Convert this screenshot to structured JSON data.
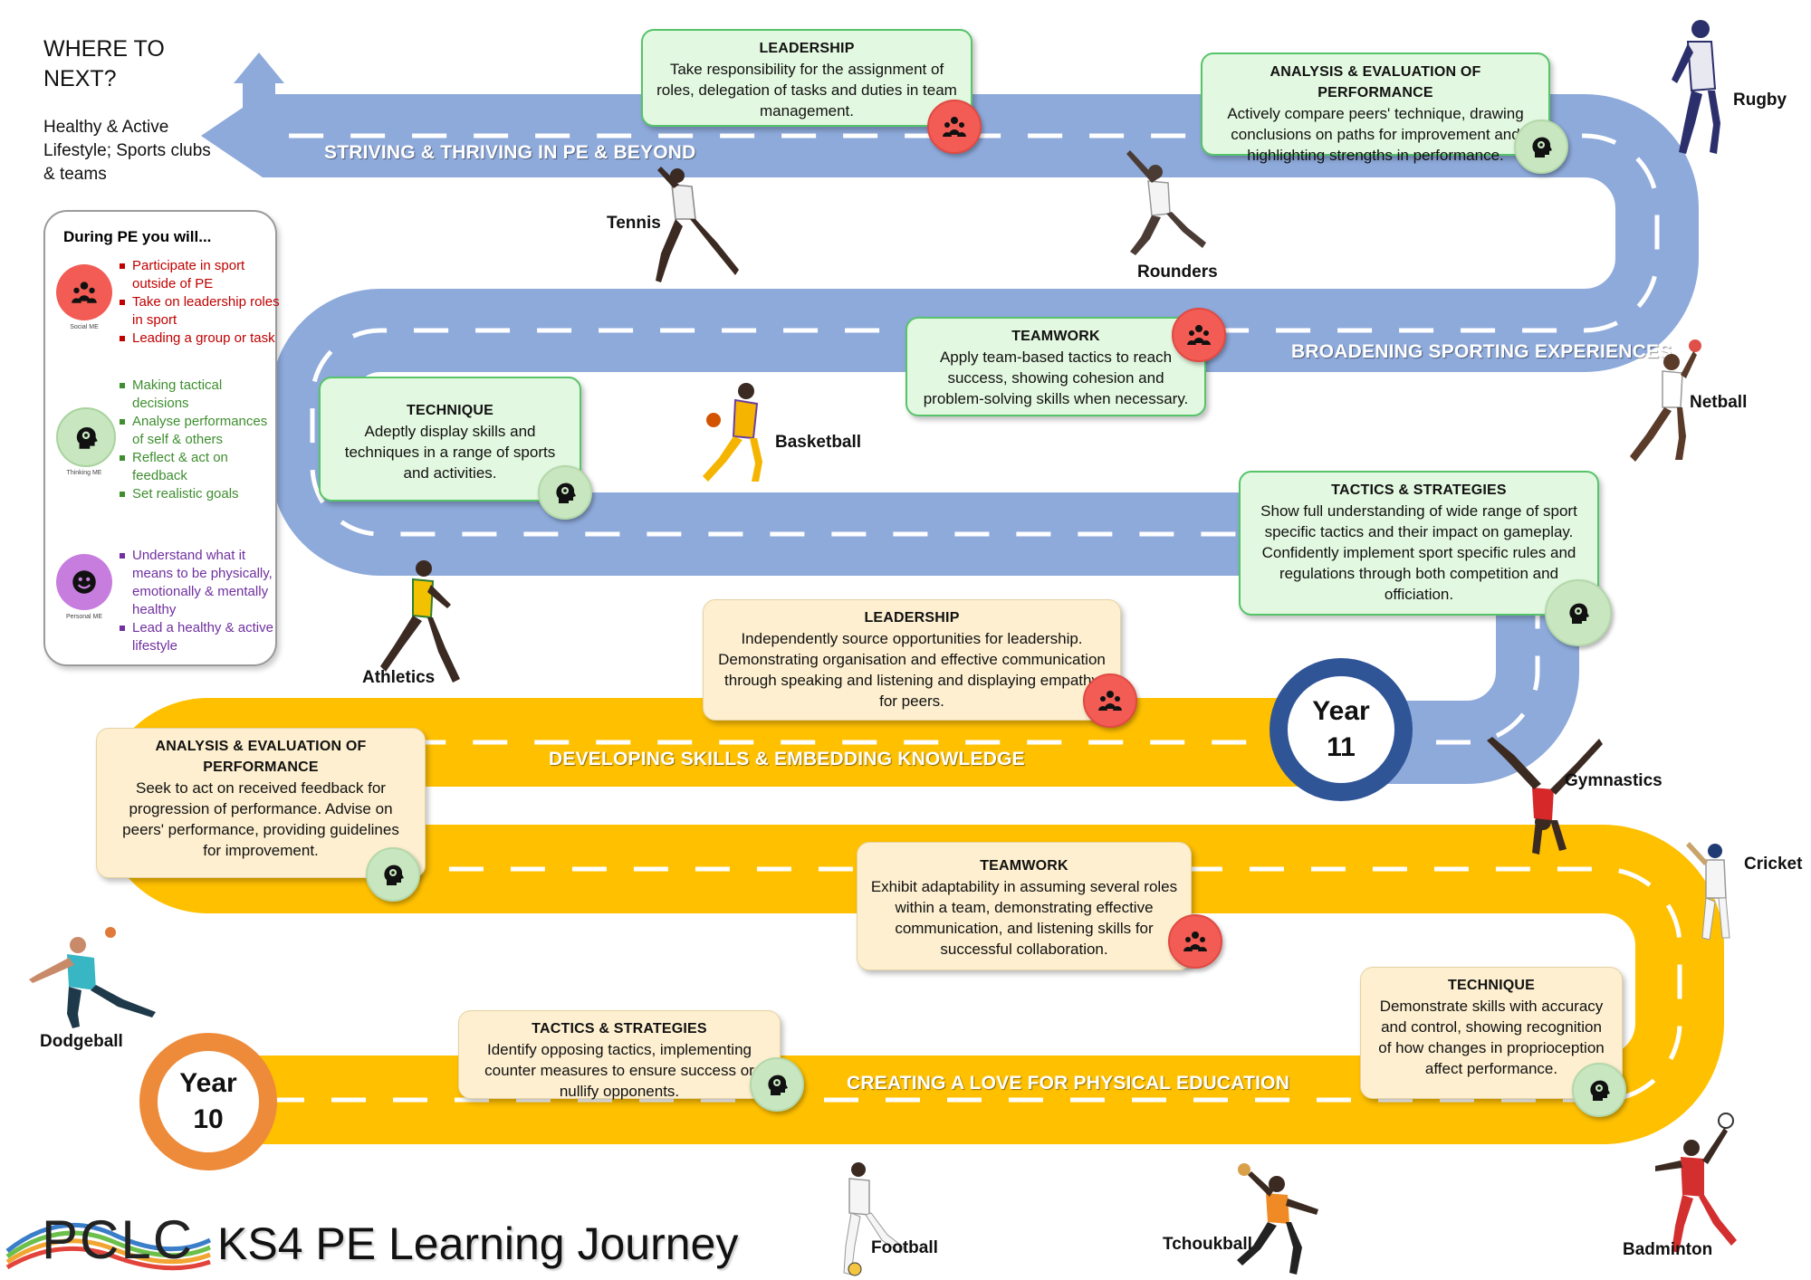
{
  "where_next": {
    "title": "WHERE TO NEXT?",
    "body": "Healthy & Active Lifestyle; Sports clubs & teams"
  },
  "legend": {
    "heading": "During PE you will...",
    "groups": [
      {
        "icon": "social-me-icon",
        "caption": "Social ME",
        "color": "#c00000",
        "items": [
          "Participate in sport outside of PE",
          "Take on leadership roles in sport",
          "Leading a group or task"
        ]
      },
      {
        "icon": "thinking-me-icon",
        "caption": "Thinking ME",
        "color": "#3e8e2f",
        "items": [
          "Making tactical decisions",
          "Analyse performances of self & others",
          "Reflect & act on feedback",
          "Set realistic goals"
        ]
      },
      {
        "icon": "personal-me-icon",
        "caption": "Personal ME",
        "color": "#7030a0",
        "items": [
          "Understand what it means to be physically, emotionally & mentally healthy",
          "Lead a healthy & active lifestyle"
        ]
      }
    ]
  },
  "roads": {
    "striving": "STRIVING & THRIVING IN PE  & BEYOND",
    "broadening": "BROADENING SPORTING EXPERIENCES",
    "developing": "DEVELOPING SKILLS & EMBEDDING KNOWLEDGE",
    "creating": "CREATING A LOVE FOR PHYSICAL EDUCATION"
  },
  "years": {
    "y11": {
      "label": "Year",
      "number": "11"
    },
    "y10": {
      "label": "Year",
      "number": "10"
    }
  },
  "cards": {
    "leadership_y11": {
      "title": "LEADERSHIP",
      "body": "Take responsibility for the assignment of roles, delegation of tasks and duties in team management.",
      "badge": "social-me-icon"
    },
    "analysis_y11": {
      "title": "ANALYSIS & EVALUATION OF PERFORMANCE",
      "body": "Actively compare peers' technique, drawing conclusions on paths for improvement and highlighting strengths in performance.",
      "badge": "thinking-me-icon"
    },
    "teamwork_y11": {
      "title": "TEAMWORK",
      "body": "Apply team-based tactics to reach success, showing cohesion and problem-solving skills when necessary.",
      "badge": "social-me-icon"
    },
    "technique_y11": {
      "title": "TECHNIQUE",
      "body": "Adeptly display skills and techniques in a range of sports and activities.",
      "badge": "thinking-me-icon"
    },
    "tactics_y11": {
      "title": "TACTICS & STRATEGIES",
      "body": "Show full understanding of wide range of sport specific tactics and their impact on gameplay. Confidently implement sport specific rules and regulations through both competition and officiation.",
      "badge": "thinking-me-icon"
    },
    "leadership_y10": {
      "title": "LEADERSHIP",
      "body": "Independently source opportunities for leadership. Demonstrating organisation and effective communication through speaking and listening and displaying empathy for peers.",
      "badge": "social-me-icon"
    },
    "analysis_y10": {
      "title": "ANALYSIS & EVALUATION OF PERFORMANCE",
      "body": "Seek to act on received feedback for progression of performance. Advise on peers' performance, providing guidelines for improvement.",
      "badge": "thinking-me-icon"
    },
    "teamwork_y10": {
      "title": "TEAMWORK",
      "body": "Exhibit adaptability in assuming several roles within a team, demonstrating effective communication, and listening skills for successful collaboration.",
      "badge": "social-me-icon"
    },
    "technique_y10": {
      "title": "TECHNIQUE",
      "body": "Demonstrate skills with accuracy and control, showing recognition of how changes in proprioception affect performance.",
      "badge": "thinking-me-icon"
    },
    "tactics_y10": {
      "title": "TACTICS & STRATEGIES",
      "body": "Identify opposing tactics, implementing counter measures to ensure success or nullify opponents.",
      "badge": "thinking-me-icon"
    }
  },
  "sports": {
    "rugby": "Rugby",
    "tennis": "Tennis",
    "rounders": "Rounders",
    "netball": "Netball",
    "basketball": "Basketball",
    "athletics": "Athletics",
    "gymnastics": "Gymnastics",
    "cricket": "Cricket",
    "dodgeball": "Dodgeball",
    "football": "Football",
    "tchoukball": "Tchoukball",
    "badminton": "Badminton"
  },
  "footer": {
    "logo": "PCLC",
    "title": "KS4 PE Learning Journey"
  },
  "colors": {
    "road_blue": "#8eaadb",
    "road_yellow": "#ffc000",
    "year11_ring": "#2f5597",
    "year10_ring": "#ed8b3a",
    "social": "#f25c54",
    "thinking": "#c8e6c0",
    "personal": "#c77dde"
  }
}
